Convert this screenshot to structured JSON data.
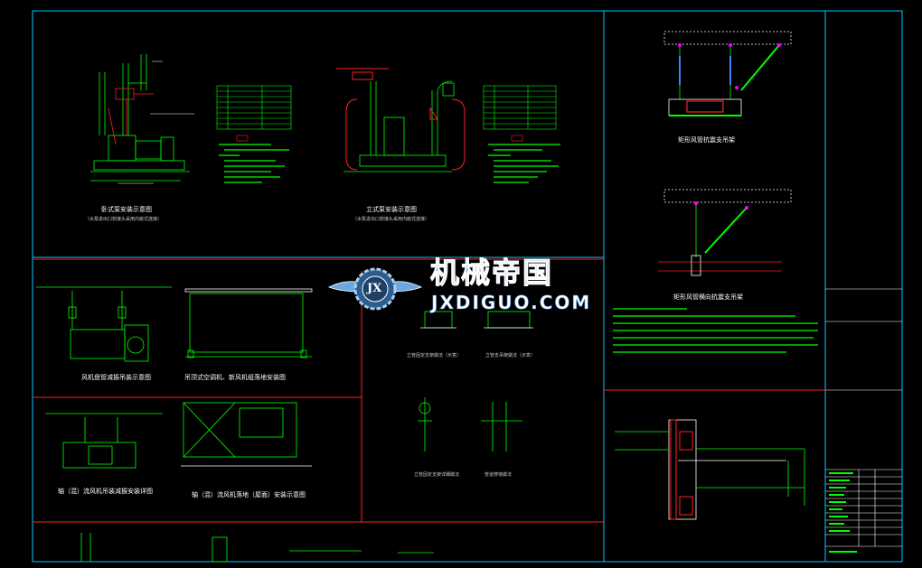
{
  "titles": {
    "pump_h": "卧式泵安装示意图",
    "pump_h_sub": "（水泵进出口软接头采用内嵌式连接）",
    "pump_v": "立式泵安装示意图",
    "pump_v_sub": "（水泵进出口软接头采用内嵌式连接）",
    "duct_support_1": "矩形风管抗震支吊架",
    "duct_support_2": "矩形风管横向抗震支吊架",
    "fan_hang": "风机盘管减振吊装示意图",
    "ahu_floor": "吊顶式空调机、新风机组落地安装图",
    "tank_base": "立管固定支架做法（示意）",
    "water_pipe": "立管支吊架做法（示意）",
    "fan_hang_2": "轴（混）流风机吊装减振安装详图",
    "fan_floor": "轴（混）流风机落地（屋面）安装示意图",
    "riser_clamp": "立管固定支架详细做法",
    "pipe_sleeve": "管道穿墙做法"
  },
  "watermark": {
    "brand": "机械帝国",
    "site": "JXDIGUO.COM",
    "badge": "JX"
  },
  "colors": {
    "background": "#000000",
    "frame": "#00c8ff",
    "linework": "#00ff00",
    "callout": "#ff0000",
    "section": "#ffffff",
    "highlight": "#ff00ff",
    "watermark": "#5a9fd8"
  }
}
